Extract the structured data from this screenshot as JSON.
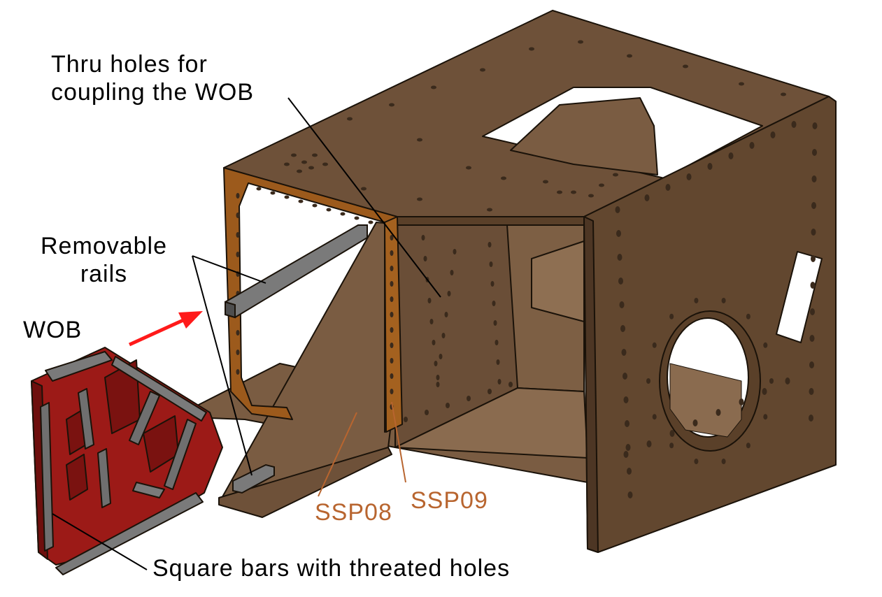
{
  "labels": {
    "thru_holes": "Thru holes for\ncoupling the WOB",
    "removable_rails": "Removable\nrails",
    "wob": "WOB",
    "ssp08": "SSP08",
    "ssp09": "SSP09",
    "square_bars": "Square bars with threated holes"
  },
  "colors": {
    "frame_wood": "#6b4f38",
    "frame_top": "#6e5139",
    "frame_right": "#62472f",
    "interior": "#7a5c42",
    "ssp09_panel": "#9c5a1c",
    "wob_plate": "#9c1a17",
    "rail_gray": "#6f6f6f",
    "arrow_red": "#ff1a1a",
    "ssp_label": "#b8652f",
    "edge": "#1a1209"
  }
}
